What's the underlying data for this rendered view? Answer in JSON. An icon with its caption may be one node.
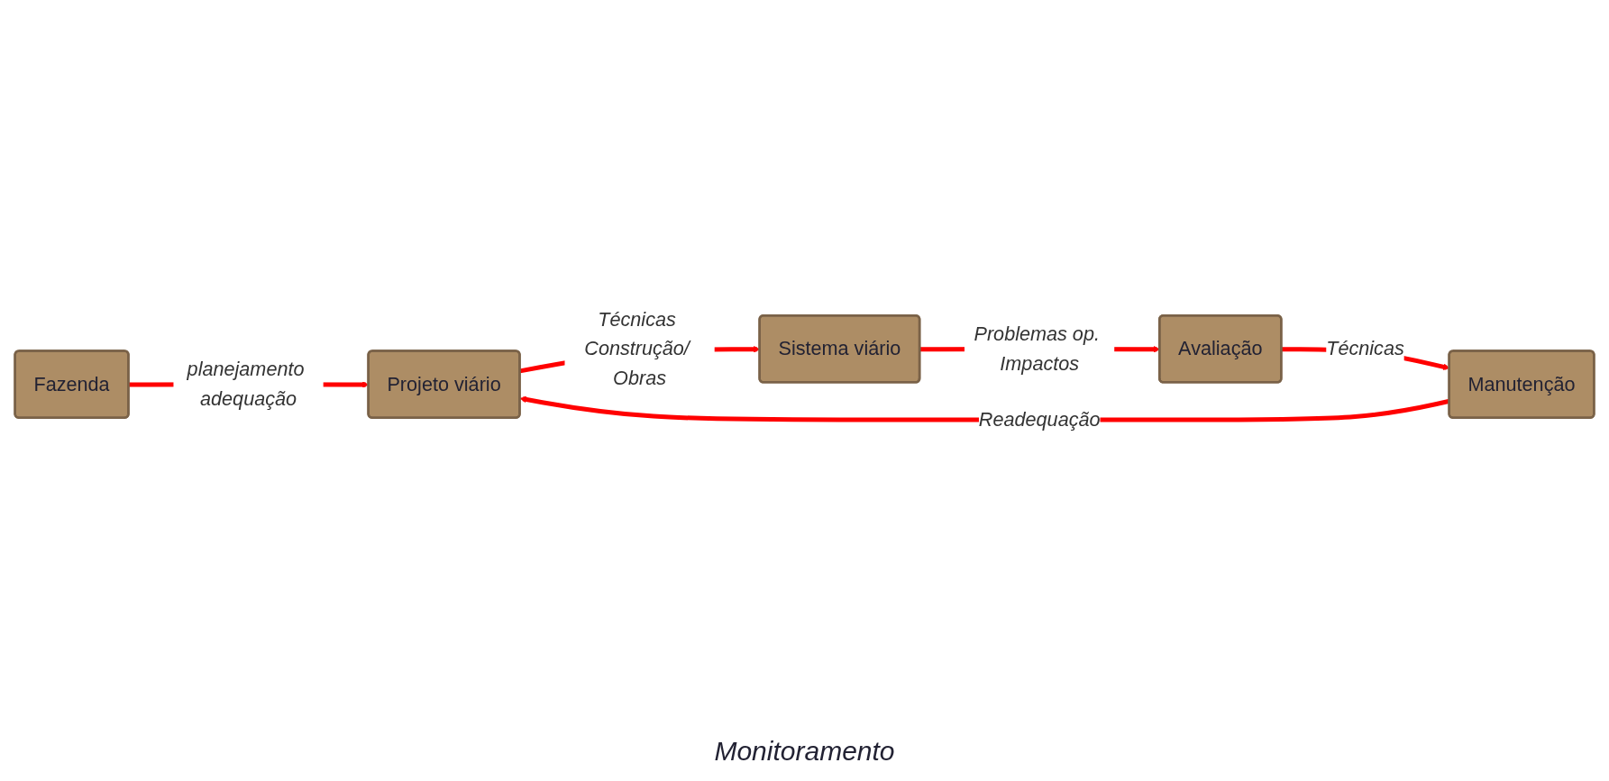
{
  "diagram": {
    "nodes": [
      {
        "text": [
          "Fazenda"
        ]
      },
      {
        "text": [
          "Projeto viário"
        ]
      },
      {
        "text": [
          "Sistema viário"
        ]
      },
      {
        "text": [
          "Avaliação"
        ]
      },
      {
        "text": [
          "Manutenção"
        ]
      }
    ],
    "edges": [
      {
        "from": 0,
        "to": 1,
        "arrow": "to",
        "label": "planejamento adequação"
      },
      {
        "from": 1,
        "to": 2,
        "arrow": "to",
        "label": "Técnicas Construção/ Obras"
      },
      {
        "from": 2,
        "to": 3,
        "arrow": "to",
        "label": "Problemas op. Impactos"
      },
      {
        "from": 3,
        "to": 4,
        "arrow": "to",
        "label": "Técnicas"
      },
      {
        "from": 4,
        "to": 1,
        "arrow": "to",
        "label": "Readequação"
      }
    ],
    "labels": [
      "Monitoramento"
    ]
  }
}
